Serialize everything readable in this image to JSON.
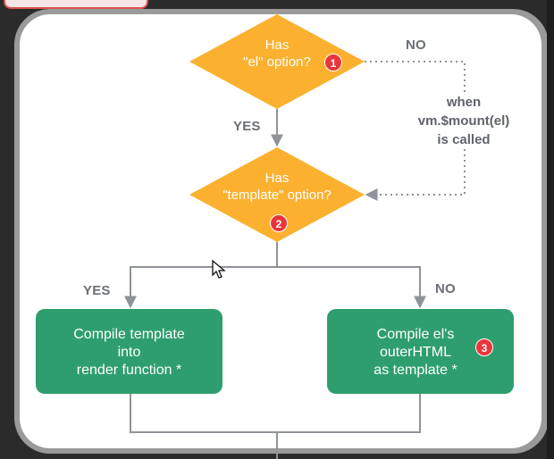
{
  "decisions": [
    {
      "id": "el",
      "lines": [
        "Has",
        "\"el\" option?"
      ],
      "badge": "1"
    },
    {
      "id": "template",
      "lines": [
        "Has",
        "\"template\" option?"
      ],
      "badge": "2"
    }
  ],
  "actions": [
    {
      "id": "compile-template",
      "lines": [
        "Compile template",
        "into",
        "render function *"
      ]
    },
    {
      "id": "compile-outer-html",
      "lines": [
        "Compile el's",
        "outerHTML",
        "as template *"
      ],
      "badge": "3"
    }
  ],
  "edge_labels": {
    "no_top": "NO",
    "yes_mid": "YES",
    "yes_left": "YES",
    "no_right": "NO"
  },
  "side_note": [
    "when",
    "vm.$mount(el)",
    "is called"
  ],
  "colors": {
    "diamond": "#fbb12f",
    "box": "#2e9e6e",
    "line": "#8f9399",
    "label": "#6b6f75",
    "badge": "#e8353b"
  }
}
